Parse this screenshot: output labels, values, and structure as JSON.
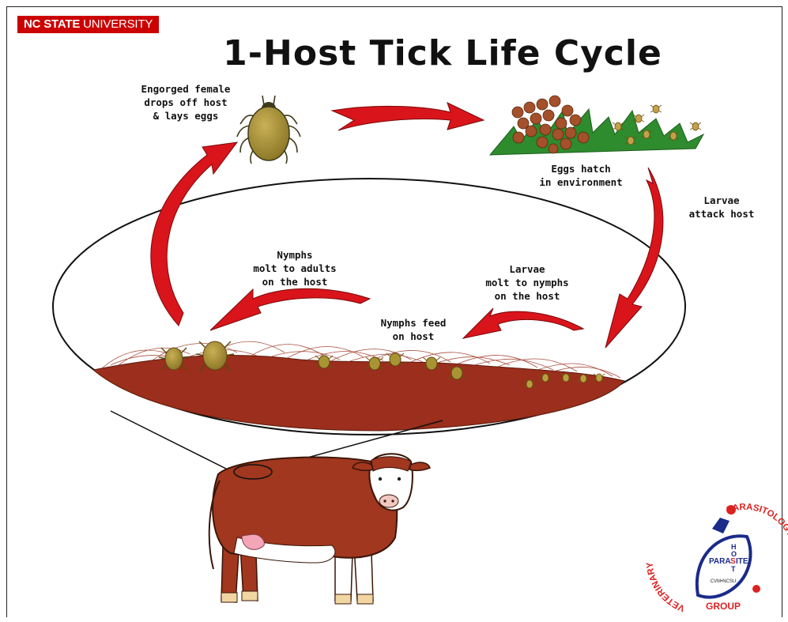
{
  "header": {
    "university_bold": "NC STATE",
    "university_rest": " UNIVERSITY",
    "title": "1-Host Tick Life Cycle"
  },
  "stages": {
    "engorged_female": "Engorged female\ndrops off host\n& lays eggs",
    "eggs_hatch": "Eggs hatch\nin environment",
    "larvae_attack": "Larvae\nattack host",
    "larvae_molt": "Larvae\nmolt to nymphs\non the host",
    "nymphs_feed": "Nymphs feed\non host",
    "nymphs_molt": "Nymphs\nmolt to adults\non the host"
  },
  "logo": {
    "arc_left": "VETERINARY",
    "arc_right": "PARASITOLOGY",
    "bottom": "GROUP",
    "center_left": "PARA",
    "center_mid": "S",
    "center_right": "ITE",
    "vertical_top": "H",
    "vertical_mid": "O",
    "vertical_bottom": "T",
    "small": "CVM•NCSU"
  },
  "colors": {
    "brand_red": "#cc0000",
    "arrow_red": "#d9141b",
    "skin_brown": "#9b2e1c",
    "cow_brown": "#a1371e",
    "grass_green": "#2e8b2e",
    "egg_brown": "#a4502a",
    "tick_olive": "#a08a30"
  }
}
